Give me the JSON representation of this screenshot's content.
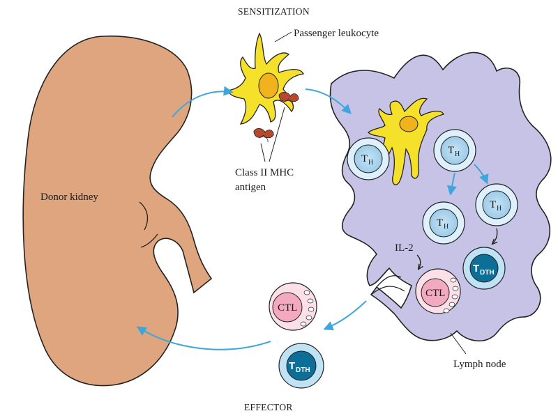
{
  "title": "SENSITIZATION",
  "footer": "EFFECTOR",
  "labels": {
    "passenger_leukocyte": "Passenger leukocyte",
    "class_ii_line1": "Class II MHC",
    "class_ii_line2": "antigen",
    "donor_kidney": "Donor kidney",
    "lymph_node": "Lymph node",
    "il2": "IL-2"
  },
  "cells": {
    "th_main": "T",
    "th_sub": "H",
    "ctl": "CTL",
    "tdth_main": "T",
    "tdth_sub": "DTH"
  },
  "colors": {
    "kidney": "#dfa57e",
    "lymph_node": "#c6c3e6",
    "leukocyte": "#f5e02a",
    "arrow": "#3fa6dc",
    "th_fill": "#a9d3ec",
    "ctl_fill": "#f3a9bf",
    "dth_fill": "#0d6e98"
  }
}
